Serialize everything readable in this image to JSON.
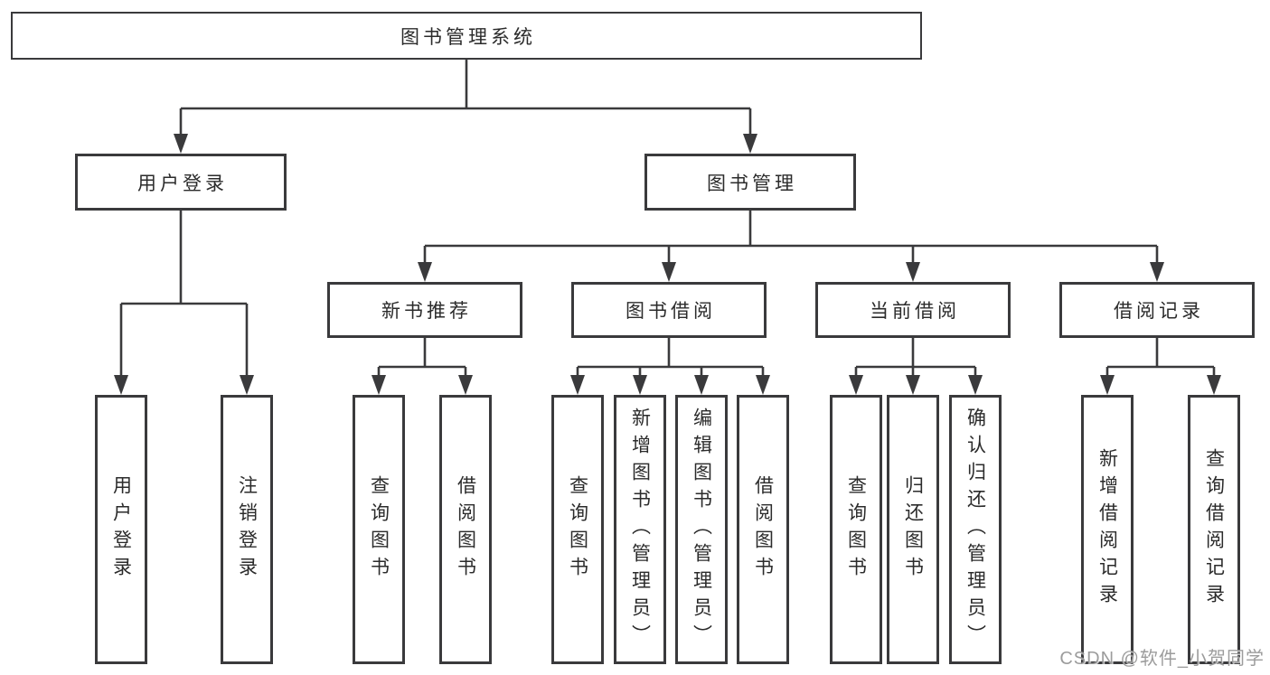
{
  "diagram": {
    "type": "hierarchy-tree",
    "root": {
      "label": "图书管理系统"
    },
    "level2": [
      {
        "label": "用户登录"
      },
      {
        "label": "图书管理"
      }
    ],
    "level3": [
      {
        "label": "新书推荐",
        "parent": "图书管理"
      },
      {
        "label": "图书借阅",
        "parent": "图书管理"
      },
      {
        "label": "当前借阅",
        "parent": "图书管理"
      },
      {
        "label": "借阅记录",
        "parent": "图书管理"
      }
    ],
    "leaves": [
      {
        "label": "用户登录",
        "parent": "用户登录"
      },
      {
        "label": "注销登录",
        "parent": "用户登录"
      },
      {
        "label": "查询图书",
        "parent": "新书推荐"
      },
      {
        "label": "借阅图书",
        "parent": "新书推荐"
      },
      {
        "label": "查询图书",
        "parent": "图书借阅"
      },
      {
        "label": "新增图书（管理员）",
        "parent": "图书借阅"
      },
      {
        "label": "编辑图书（管理员）",
        "parent": "图书借阅"
      },
      {
        "label": "借阅图书",
        "parent": "图书借阅"
      },
      {
        "label": "查询图书",
        "parent": "当前借阅"
      },
      {
        "label": "归还图书",
        "parent": "当前借阅"
      },
      {
        "label": "确认归还（管理员）",
        "parent": "当前借阅"
      },
      {
        "label": "新增借阅记录",
        "parent": "借阅记录"
      },
      {
        "label": "查询借阅记录",
        "parent": "借阅记录"
      }
    ]
  },
  "watermark": {
    "text": "CSDN @软件_小贺同学"
  },
  "colors": {
    "line": "#3a3a3c",
    "box_border": "#3a3a3c",
    "box_fill": "#ffffff",
    "text": "#2b2b2b",
    "watermark": "#949494",
    "background": "#ffffff"
  }
}
